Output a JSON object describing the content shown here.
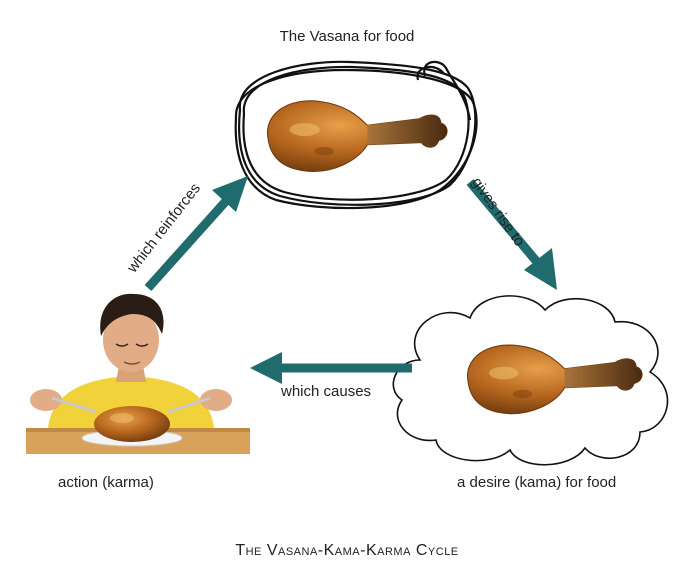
{
  "labels": {
    "top": "The Vasana for food",
    "left": "action (karma)",
    "right": "a desire (kama) for food",
    "gives_rise": "gives rise to",
    "causes": "which causes",
    "reinforces": "which reinforces"
  },
  "caption": "The Vasana-Kama-Karma Cycle",
  "colors": {
    "arrow": "#1f6b6e",
    "scribble": "#111111",
    "drumstick": "#b5651d",
    "shirt": "#f2d23a",
    "table": "#d8a25a"
  },
  "icons": {
    "top_node": "drumstick-in-scribble-circle",
    "right_node": "drumstick-in-thought-cloud",
    "left_node": "man-eating-chicken"
  }
}
